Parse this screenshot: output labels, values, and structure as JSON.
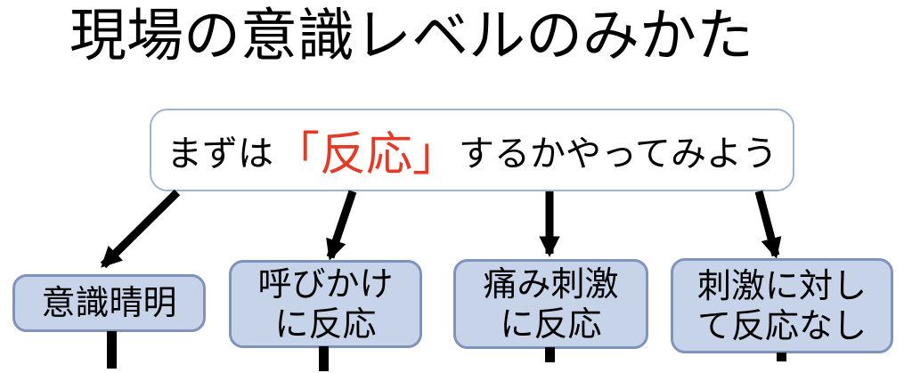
{
  "slide": {
    "title": "現場の意識レベルのみかた"
  },
  "banner": {
    "prefix": "まずは",
    "highlight": "「反応」",
    "suffix": "するかやってみよう"
  },
  "nodes": [
    {
      "lines": [
        "意識晴明",
        ""
      ]
    },
    {
      "lines": [
        "呼びかけ",
        "に反応"
      ]
    },
    {
      "lines": [
        "痛み刺激",
        "に反応"
      ]
    },
    {
      "lines": [
        "刺激に対し",
        "て反応なし"
      ]
    }
  ],
  "colors": {
    "highlight_red": "#e23b27",
    "node_fill": "#c6d3e9",
    "node_border": "#8093ba",
    "banner_border": "#9fb3cf",
    "arrow_black": "#000000"
  }
}
